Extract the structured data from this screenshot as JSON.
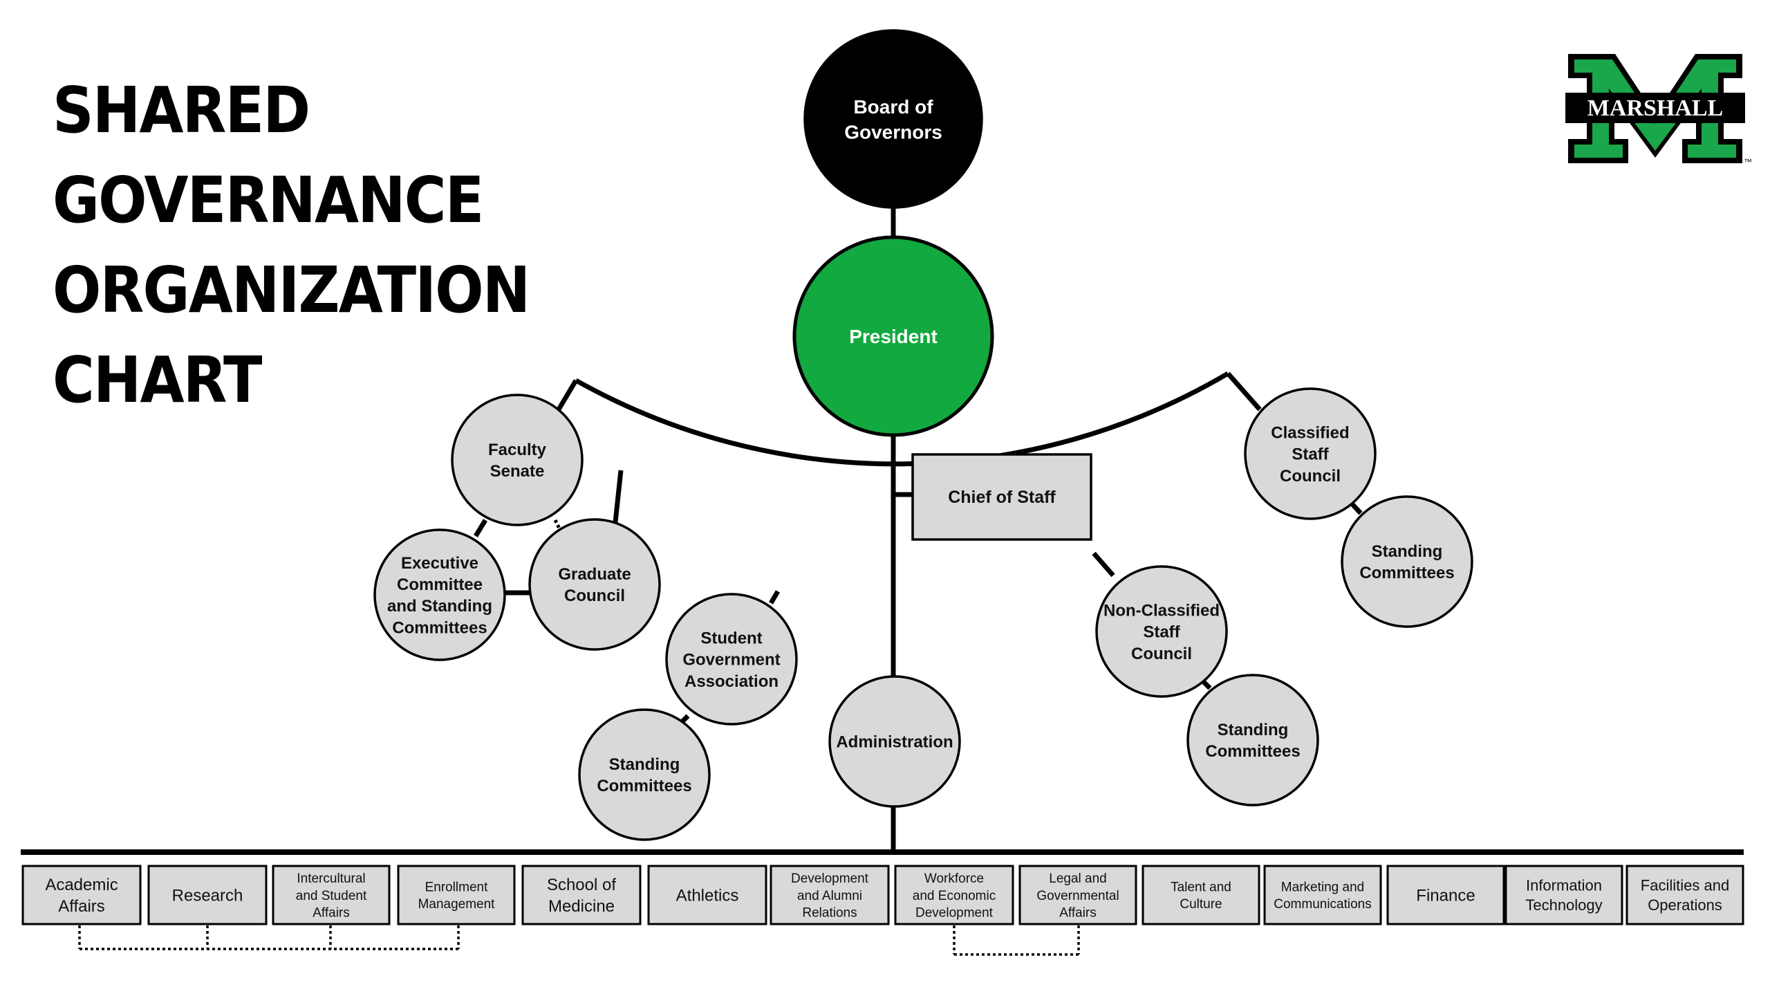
{
  "title": {
    "lines": [
      "SHARED",
      "GOVERNANCE",
      "ORGANIZATION",
      "CHART"
    ]
  },
  "logo": {
    "text": "MARSHALL",
    "trademark": "™",
    "color_green": "#1aa64a",
    "color_black": "#000000"
  },
  "colors": {
    "node_fill": "#d9d9d9",
    "node_stroke": "#000000",
    "president": "#12a940",
    "board": "#000000",
    "line": "#000000"
  },
  "nodes": {
    "board": [
      "Board of",
      "Governors"
    ],
    "president": [
      "President"
    ],
    "chief_of_staff": [
      "Chief of Staff"
    ],
    "administration": [
      "Administration"
    ],
    "faculty_senate": [
      "Faculty",
      "Senate"
    ],
    "executive_committee": [
      "Executive",
      "Committee",
      "and Standing",
      "Committees"
    ],
    "graduate_council": [
      "Graduate",
      "Council"
    ],
    "sga": [
      "Student",
      "Government",
      "Association"
    ],
    "sga_standing": [
      "Standing",
      "Committees"
    ],
    "classified_staff": [
      "Classified",
      "Staff",
      "Council"
    ],
    "classified_standing": [
      "Standing",
      "Committees"
    ],
    "nonclassified_staff": [
      "Non-Classified",
      "Staff",
      "Council"
    ],
    "nonclassified_standing": [
      "Standing",
      "Committees"
    ]
  },
  "departments": [
    {
      "lines": [
        "Academic",
        "Affairs"
      ],
      "size": "large"
    },
    {
      "lines": [
        "Research"
      ],
      "size": "large"
    },
    {
      "lines": [
        "Intercultural",
        "and Student",
        "Affairs"
      ],
      "size": "small"
    },
    {
      "lines": [
        "Enrollment",
        "Management"
      ],
      "size": "small"
    },
    {
      "lines": [
        "School of",
        "Medicine"
      ],
      "size": "large"
    },
    {
      "lines": [
        "Athletics"
      ],
      "size": "large"
    },
    {
      "lines": [
        "Development",
        "and Alumni",
        "Relations"
      ],
      "size": "small"
    },
    {
      "lines": [
        "Workforce",
        "and Economic",
        "Development"
      ],
      "size": "small"
    },
    {
      "lines": [
        "Legal and",
        "Governmental",
        "Affairs"
      ],
      "size": "small"
    },
    {
      "lines": [
        "Talent and",
        "Culture"
      ],
      "size": "small"
    },
    {
      "lines": [
        "Marketing and",
        "Communications"
      ],
      "size": "small"
    },
    {
      "lines": [
        "Finance"
      ],
      "size": "large"
    },
    {
      "lines": [
        "Information",
        "Technology"
      ],
      "size": "medium"
    },
    {
      "lines": [
        "Facilities and",
        "Operations"
      ],
      "size": "medium"
    }
  ]
}
